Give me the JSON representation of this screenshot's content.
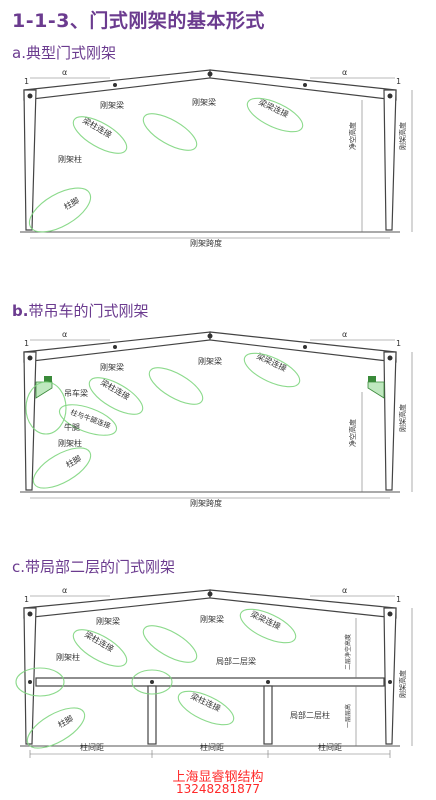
{
  "title": "1-1-3、门式刚架的基本形式",
  "sections": [
    {
      "prefix": "a.",
      "name": "典型门式刚架",
      "labels": {
        "beam_a": "刚架梁",
        "beam_b": "刚架梁",
        "beam_link": "梁梁连接",
        "beam_col_link": "梁柱连接",
        "column": "刚架柱",
        "base": "柱脚",
        "clear_height": "净空高度",
        "frame_height": "刚架高度",
        "span": "刚架跨度",
        "slope": "α",
        "slope_one": "1"
      }
    },
    {
      "prefix": "b.",
      "name": "带吊车的门式刚架",
      "labels": {
        "beam_a": "刚架梁",
        "beam_b": "刚架梁",
        "beam_link": "梁梁连接",
        "beam_col_link": "梁柱连接",
        "crane_beam": "吊车梁",
        "bracket_link": "柱与牛腿连接",
        "bracket": "牛腿",
        "column": "刚架柱",
        "base": "柱脚",
        "clear_height": "净空高度",
        "frame_height": "刚架高度",
        "span": "刚架跨度",
        "slope": "α",
        "slope_one": "1"
      }
    },
    {
      "prefix": "c.",
      "name": "带局部二层的门式刚架",
      "labels": {
        "beam_a": "刚架梁",
        "beam_b": "刚架梁",
        "beam_link": "梁梁连接",
        "beam_col_link": "梁柱连接",
        "column": "刚架柱",
        "mezz_beam": "局部二层梁",
        "mezz_col": "局部二层柱",
        "mezz_beam_col_link": "梁柱连接",
        "base": "柱脚",
        "upper_clear": "二层净空高度",
        "lower_clear": "一层层高",
        "frame_height": "刚架高度",
        "bay1": "柱间距",
        "bay2": "柱间距",
        "bay3": "柱间距",
        "slope": "α",
        "slope_one": "1"
      }
    }
  ],
  "footer": {
    "company": "上海显睿钢结构",
    "phone": "13248281877"
  }
}
